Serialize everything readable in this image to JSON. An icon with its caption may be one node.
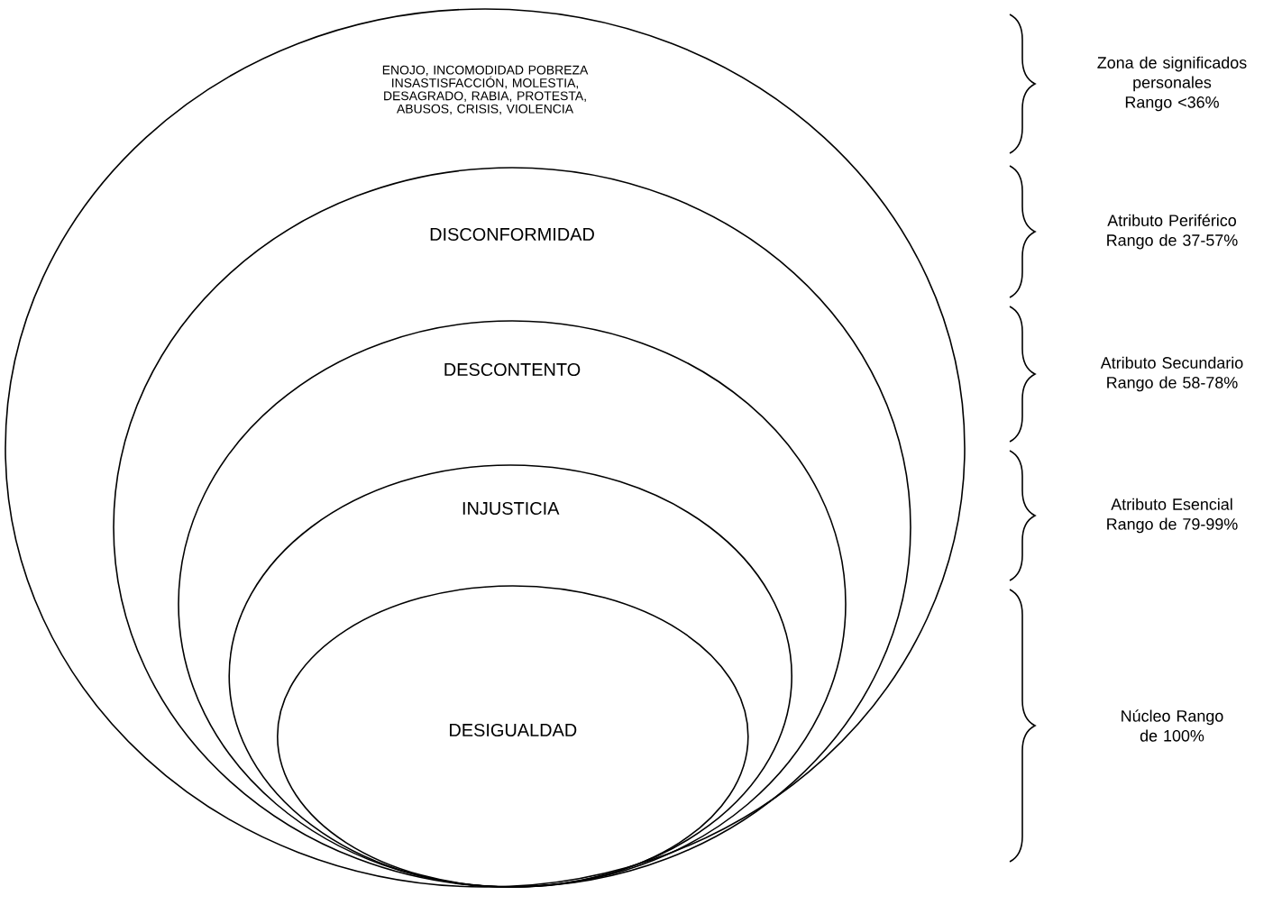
{
  "diagram": {
    "nodes": [
      {
        "text": [
          "ENOJO, INCOMODIDAD POBREZA INSASTISFACCIÓN, MOLESTIA, DESAGRADO, RABIA, PROTESTA, ABUSOS, CRISIS, VIOLENCIA"
        ]
      },
      {
        "text": [
          "DISCONFORMIDAD"
        ],
        "in": 0
      },
      {
        "text": [
          "DESCONTENTO"
        ],
        "in": 1
      },
      {
        "text": [
          "INJUSTICIA"
        ],
        "in": 2
      },
      {
        "text": [
          "DESIGUALDAD"
        ],
        "in": 3
      }
    ],
    "labels": [
      "Zona de significados personales Rango <36%",
      "Atributo Periférico Rango de 37-57%",
      "Atributo Secundario Rango de 58-78%",
      "Atributo Esencial Rango de 79-99%",
      "Núcleo Rango de 100%"
    ]
  }
}
